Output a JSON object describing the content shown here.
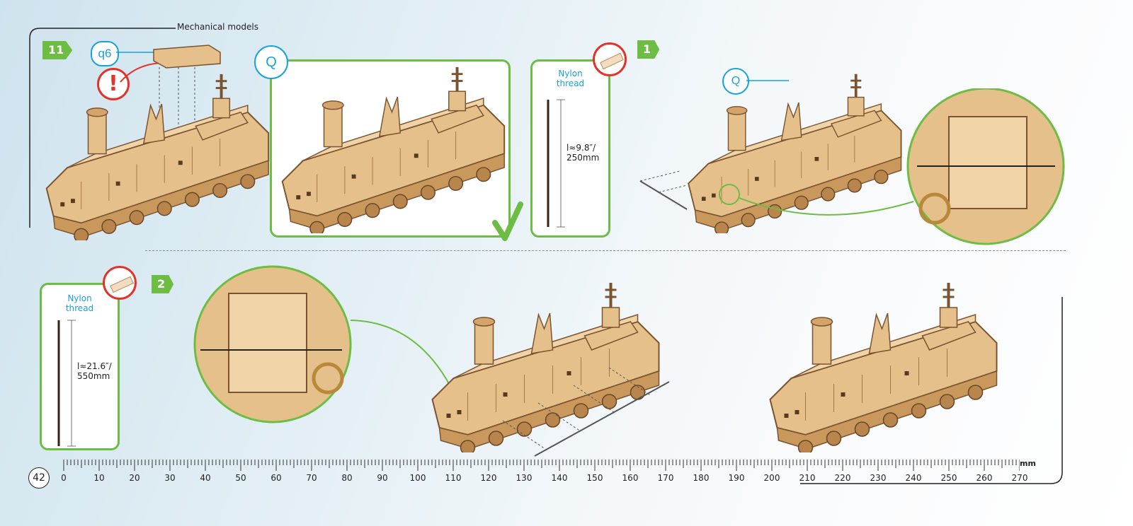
{
  "header": {
    "title": "Mechanical models"
  },
  "steps": {
    "step11": "11",
    "step1": "1",
    "step2": "2"
  },
  "parts": {
    "q6": "q6",
    "q": "Q",
    "q_small": "Q"
  },
  "thread1": {
    "title_line1": "Nylon",
    "title_line2": "thread",
    "length_line1": "l≈9.8″/",
    "length_line2": "250mm"
  },
  "thread2": {
    "title_line1": "Nylon",
    "title_line2": "thread",
    "length_line1": "l≈21.6″/",
    "length_line2": "550mm"
  },
  "page": {
    "number": "42"
  },
  "ruler": {
    "unit": "mm",
    "labels": [
      "0",
      "10",
      "20",
      "30",
      "40",
      "50",
      "60",
      "70",
      "80",
      "90",
      "100",
      "110",
      "120",
      "130",
      "140",
      "150",
      "160",
      "170",
      "180",
      "190",
      "200",
      "210",
      "220",
      "230",
      "240",
      "250",
      "260",
      "270"
    ]
  },
  "colors": {
    "accent_green": "#6dbd45",
    "accent_blue": "#1aa1dc",
    "warning_red": "#e2332b",
    "wood": "#e6c08a"
  },
  "icons": [
    "exclamation-icon",
    "ruler-icon",
    "checkmark-icon",
    "magnifier-circle"
  ]
}
